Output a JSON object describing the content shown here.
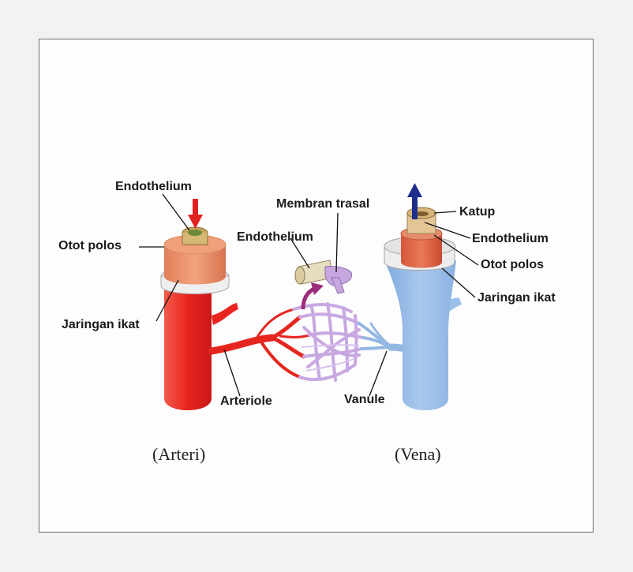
{
  "labels": {
    "art_endothelium": "Endothelium",
    "art_otot_polos": "Otot polos",
    "art_jaringan_ikat": "Jaringan ikat",
    "arteriole": "Arteriole",
    "membran_trasal": "Membran trasal",
    "cap_endothelium": "Endothelium",
    "vanule": "Vanule",
    "katup": "Katup",
    "vena_endothelium": "Endothelium",
    "vena_otot_polos": "Otot polos",
    "vena_jaringan_ikat": "Jaringan ikat"
  },
  "captions": {
    "arteri": "(Arteri)",
    "vena": "(Vena)"
  },
  "colors": {
    "artery": "#ee2a2a",
    "vein": "#98bde6",
    "capillary": "#c8a8e2",
    "muscle": "#e9946d",
    "flow_in_arrow": "#e22222",
    "flow_out_arrow": "#1d2f8a",
    "diffusion_arrow": "#9b2d7a"
  },
  "icons": [
    "down-arrow-icon",
    "up-arrow-icon",
    "curved-arrow-icon"
  ]
}
